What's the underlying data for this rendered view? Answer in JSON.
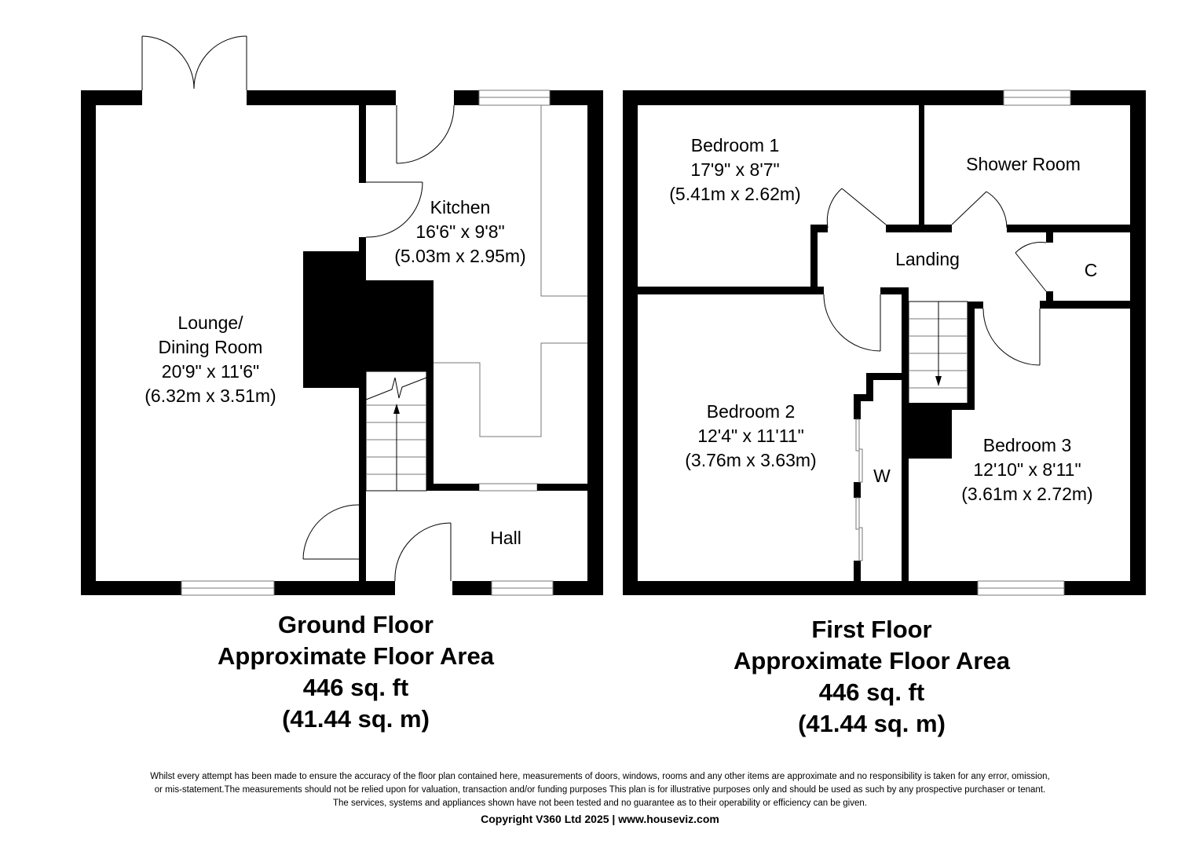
{
  "ground_floor": {
    "rooms": [
      {
        "name": "Lounge/",
        "name2": "Dining Room",
        "imperial": "20'9\" x 11'6\"",
        "metric": "(6.32m x 3.51m)"
      },
      {
        "name": "Kitchen",
        "imperial": "16'6\" x 9'8\"",
        "metric": "(5.03m x 2.95m)"
      },
      {
        "name": "Hall"
      }
    ],
    "summary": {
      "title": "Ground Floor",
      "subtitle": "Approximate Floor Area",
      "area_sqft": "446 sq. ft",
      "area_sqm": "(41.44 sq. m)"
    }
  },
  "first_floor": {
    "rooms": [
      {
        "name": "Bedroom 1",
        "imperial": "17'9\" x 8'7\"",
        "metric": "(5.41m x 2.62m)"
      },
      {
        "name": "Shower Room"
      },
      {
        "name": "Landing"
      },
      {
        "name": "C"
      },
      {
        "name": "Bedroom 2",
        "imperial": "12'4\" x 11'11\"",
        "metric": "(3.76m x 3.63m)"
      },
      {
        "name": "W"
      },
      {
        "name": "Bedroom 3",
        "imperial": "12'10\" x 8'11\"",
        "metric": "(3.61m x 2.72m)"
      }
    ],
    "summary": {
      "title": "First Floor",
      "subtitle": "Approximate Floor Area",
      "area_sqft": "446 sq. ft",
      "area_sqm": "(41.44 sq. m)"
    }
  },
  "footer": {
    "line1": "Whilst every attempt has been made to ensure the accuracy of the floor plan contained here, measurements of doors, windows, rooms and any other items are approximate and no responsibility is taken for any error, omission,",
    "line2": "or mis-statement.The measurements should not be relied upon for valuation, transaction and/or funding purposes This plan is for illustrative purposes only and should be used as such by any prospective purchaser or tenant.",
    "line3": "The services, systems and appliances shown have not been tested and no guarantee as to their operability or efficiency can be given.",
    "copyright": "Copyright V360 Ltd 2025 | www.houseviz.com"
  },
  "colors": {
    "wall": "#000000",
    "background": "#ffffff",
    "fixture": "#777777"
  }
}
